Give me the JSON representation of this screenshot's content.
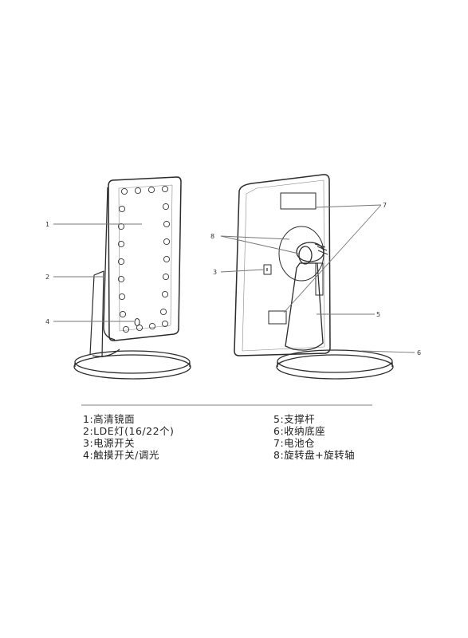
{
  "callouts": {
    "c1": "1",
    "c2": "2",
    "c3": "3",
    "c4": "4",
    "c5": "5",
    "c6": "6",
    "c7": "7",
    "c8": "8"
  },
  "legend": {
    "left": [
      {
        "text": "1:高清镜面"
      },
      {
        "text": "2:LDE灯(16/22个)"
      },
      {
        "text": "3:电源开关"
      },
      {
        "text": "4:触摸开关/调光"
      }
    ],
    "right": [
      {
        "text": "5:支撑杆"
      },
      {
        "text": "6:收纳底座"
      },
      {
        "text": "7:电池仓"
      },
      {
        "text": "8:旋转盘+旋转轴"
      }
    ]
  }
}
